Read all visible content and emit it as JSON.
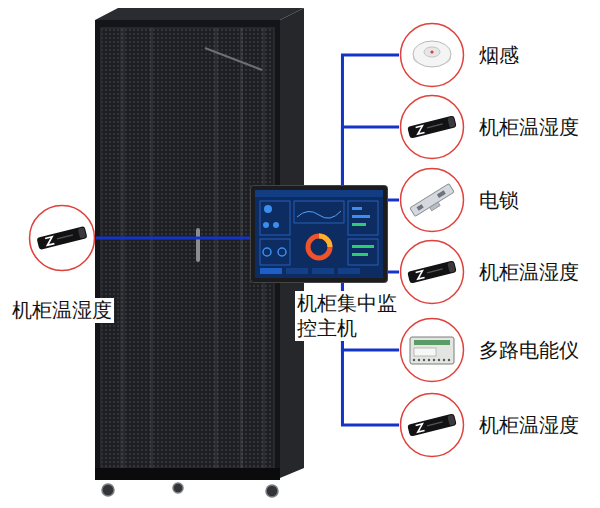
{
  "diagram": {
    "nodes": [
      {
        "text": [
          "机柜集中监 控主机"
        ]
      },
      {
        "text": [
          "机柜温湿度"
        ]
      },
      {
        "text": [
          "烟感"
        ]
      },
      {
        "text": [
          "机柜温湿度"
        ]
      },
      {
        "text": [
          "电锁"
        ]
      },
      {
        "text": [
          "机柜温湿度"
        ]
      },
      {
        "text": [
          "多路电能仪"
        ]
      },
      {
        "text": [
          "机柜温湿度"
        ]
      }
    ],
    "edges": [
      {
        "from": 1,
        "to": 0,
        "arrow": "none"
      },
      {
        "from": 0,
        "to": 2,
        "arrow": "none"
      },
      {
        "from": 0,
        "to": 3,
        "arrow": "none"
      },
      {
        "from": 0,
        "to": 4,
        "arrow": "none"
      },
      {
        "from": 0,
        "to": 5,
        "arrow": "none"
      },
      {
        "from": 0,
        "to": 6,
        "arrow": "none"
      },
      {
        "from": 0,
        "to": 7,
        "arrow": "none"
      }
    ]
  }
}
